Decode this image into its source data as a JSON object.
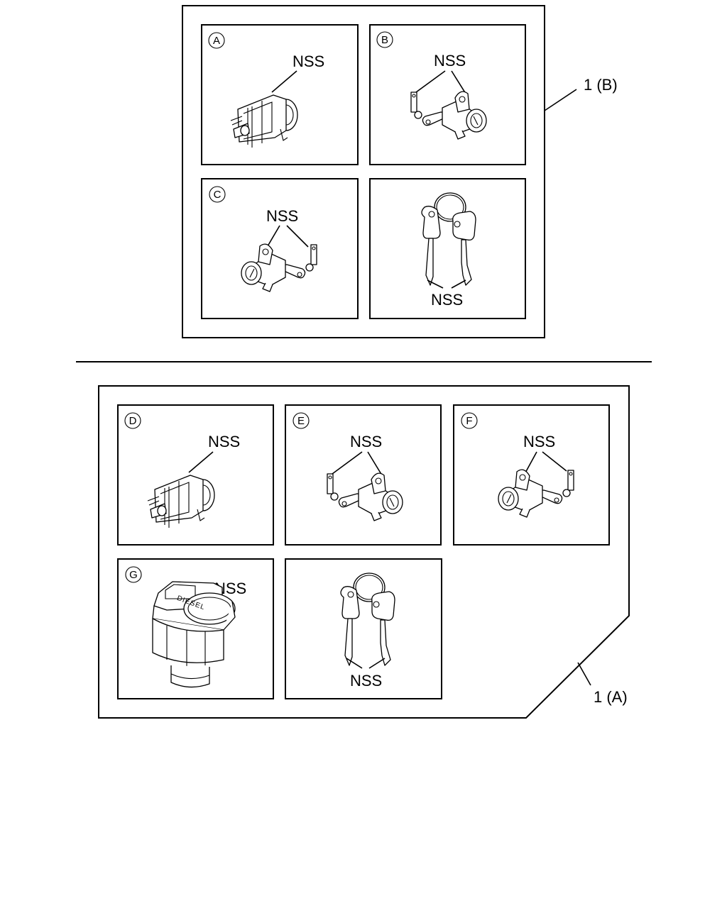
{
  "groups": {
    "b": {
      "callout": "1 (B)"
    },
    "a": {
      "callout": "1 (A)"
    }
  },
  "panels": {
    "A": {
      "letter": "A",
      "nss": "NSS"
    },
    "B": {
      "letter": "B",
      "nss": "NSS"
    },
    "C": {
      "letter": "C",
      "nss": "NSS"
    },
    "keys_b": {
      "nss": "NSS"
    },
    "D": {
      "letter": "D",
      "nss": "NSS"
    },
    "E": {
      "letter": "E",
      "nss": "NSS"
    },
    "F": {
      "letter": "F",
      "nss": "NSS"
    },
    "G": {
      "letter": "G",
      "nss": "NSS",
      "cap_text": "DIESEL"
    },
    "keys_a": {
      "nss": "NSS"
    }
  },
  "icons": {
    "ignition": "ignition-cylinder-icon",
    "door_lock": "door-lock-cylinder-icon",
    "keys": "key-ring-icon",
    "fuel_cap": "fuel-cap-icon"
  }
}
